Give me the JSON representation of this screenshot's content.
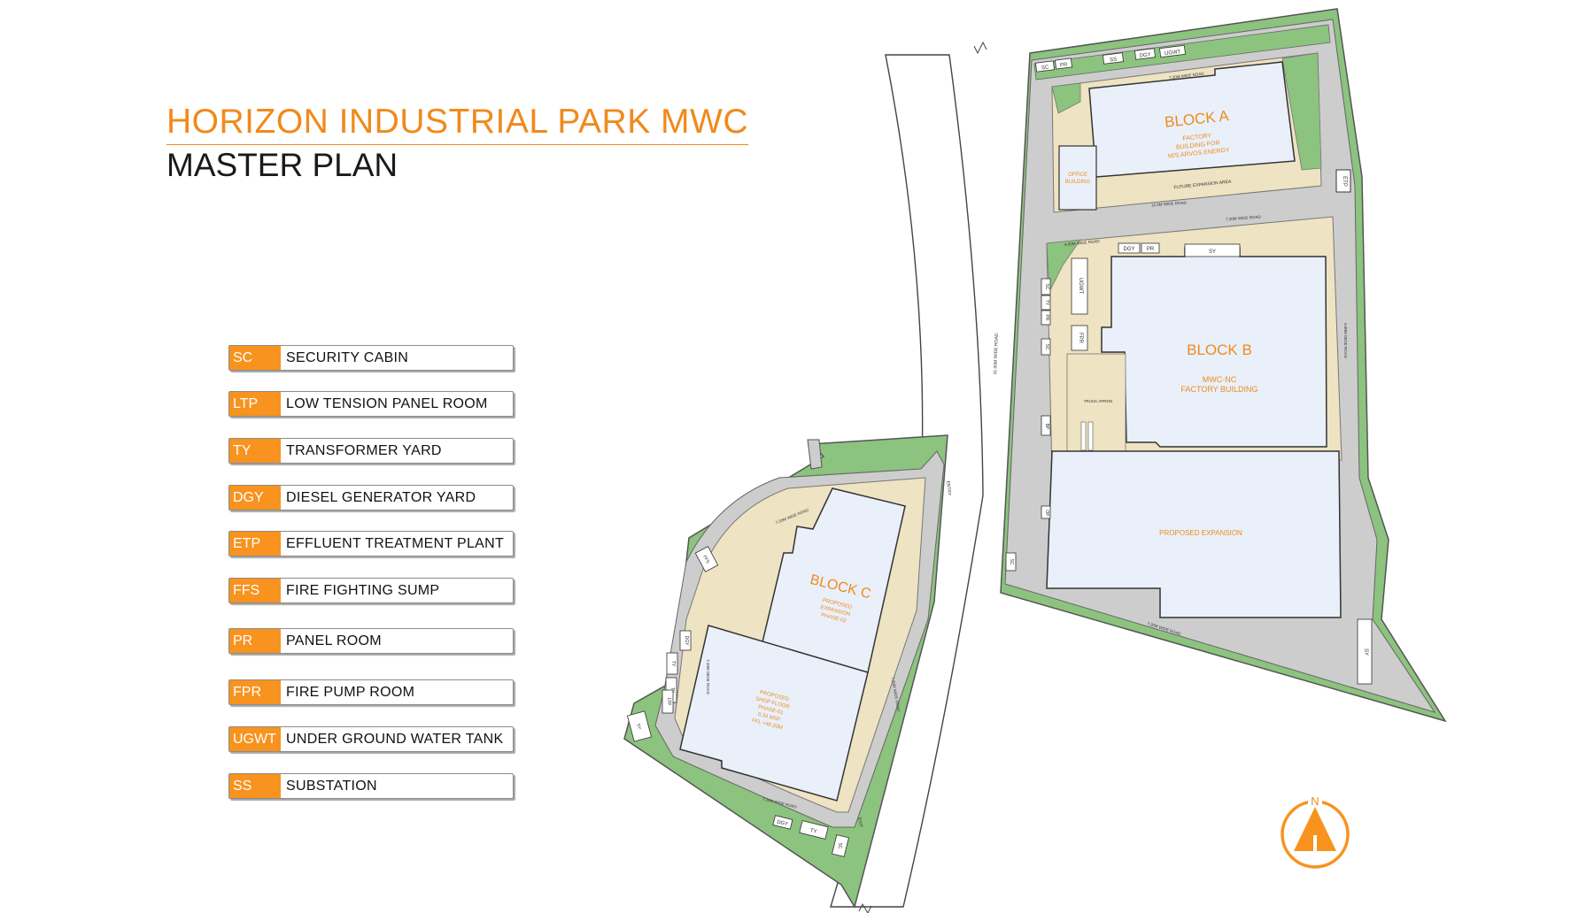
{
  "header": {
    "title": "HORIZON INDUSTRIAL PARK MWC",
    "subtitle": "MASTER PLAN"
  },
  "legend": [
    {
      "code": "SC",
      "name": "SECURITY CABIN"
    },
    {
      "code": "LTP",
      "name": "LOW TENSION PANEL ROOM"
    },
    {
      "code": "TY",
      "name": "TRANSFORMER YARD"
    },
    {
      "code": "DGY",
      "name": "DIESEL GENERATOR YARD"
    },
    {
      "code": "ETP",
      "name": "EFFLUENT TREATMENT PLANT"
    },
    {
      "code": "FFS",
      "name": "FIRE FIGHTING SUMP"
    },
    {
      "code": "PR",
      "name": "PANEL ROOM"
    },
    {
      "code": "FPR",
      "name": "FIRE PUMP ROOM"
    },
    {
      "code": "UGWT",
      "name": "UNDER GROUND WATER TANK"
    },
    {
      "code": "SS",
      "name": "SUBSTATION"
    }
  ],
  "plan": {
    "block_a": {
      "name": "BLOCK A",
      "desc1": "FACTORY",
      "desc2": "BUILDING FOR",
      "desc3": "M/S ARVOS ENERGY",
      "expansion": "FUTURE EXPANSION AREA",
      "office1": "OFFICE",
      "office2": "BUILDING"
    },
    "block_b": {
      "name": "BLOCK B",
      "desc1": "MWC-NC",
      "desc2": "FACTORY BUILDING",
      "truck": "TRUCK APRON",
      "expansion": "PROPOSED EXPANSION"
    },
    "block_c": {
      "name": "BLOCK C",
      "desc1": "PROPOSED",
      "desc2": "EXPANSION",
      "desc3": "PHASE-02",
      "shop1": "PROPOSED",
      "shop2": "SHOP FLOOR",
      "shop3": "PHASE-01",
      "shop4": "0.34 MSF",
      "shop5": "FFL +48.20M"
    },
    "main_road": "31.00M WIDE ROAD",
    "road_7_2": "7.20M WIDE ROAD",
    "road_12": "12.0M WIDE ROAD",
    "road_9": "9.00M WIDE ROAD",
    "road_6": "6.00M WIDE ROAD",
    "entry": "ENTRY",
    "exit": "EXIT",
    "utility_labels": {
      "sc": "SC",
      "pr": "PR",
      "ss": "SS",
      "dgy": "DGY",
      "ugwt": "UGWT",
      "etp": "ETP",
      "sy": "SY",
      "ty": "TY",
      "fpr": "FPR",
      "ffs": "FFS",
      "ltp": "LTP",
      "op": "OP",
      "bp": "BP"
    },
    "north": "N"
  }
}
